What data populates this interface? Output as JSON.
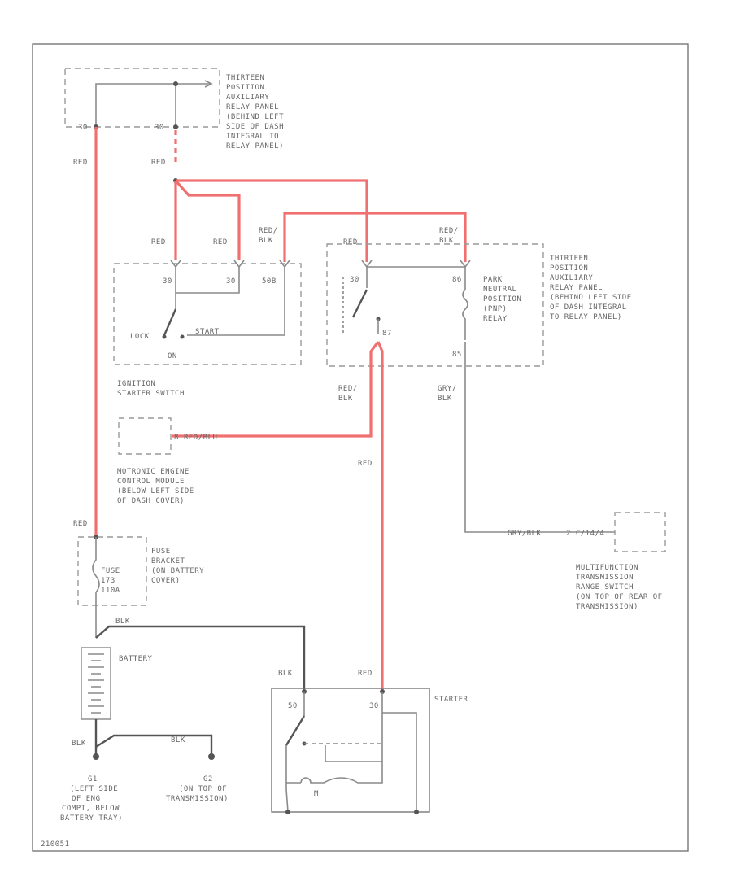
{
  "labels": {
    "relay_panel_top": [
      "THIRTEEN",
      "POSITION",
      "AUXILIARY",
      "RELAY PANEL",
      "(BEHIND LEFT",
      "SIDE OF DASH",
      "INTEGRAL TO",
      "RELAY PANEL)"
    ],
    "relay_panel_right": [
      "THIRTEEN",
      "POSITION",
      "AUXILIARY",
      "RELAY PANEL",
      "(BEHIND LEFT SIDE",
      "OF DASH INTEGRAL",
      "TO RELAY PANEL)"
    ],
    "pnp_relay": [
      "PARK",
      "NEUTRAL",
      "POSITION",
      "(PNP)",
      "RELAY"
    ],
    "ignition_switch": [
      "IGNITION",
      "STARTER SWITCH"
    ],
    "ecm": [
      "MOTRONIC ENGINE",
      "CONTROL MODULE",
      "(BELOW LEFT SIDE",
      "OF DASH COVER)"
    ],
    "fuse_bracket": [
      "FUSE",
      "BRACKET",
      "(ON BATTERY",
      "COVER)"
    ],
    "fuse": [
      "FUSE",
      "173",
      "110A"
    ],
    "battery": "BATTERY",
    "starter": "STARTER",
    "mfr_switch": [
      "MULTIFUNCTION",
      "TRANSMISSION",
      "RANGE SWITCH",
      "(ON TOP OF REAR OF",
      "TRANSMISSION)"
    ],
    "g1": [
      "G1",
      "(LEFT SIDE",
      "OF ENG",
      "COMPT, BELOW",
      "BATTERY TRAY)"
    ],
    "g2": [
      "G2",
      "(ON TOP OF",
      "TRANSMISSION)"
    ],
    "switch_positions": {
      "lock": "LOCK",
      "start": "START",
      "on": "ON"
    },
    "pins": {
      "p_30a": "30",
      "p_30b": "30",
      "p_50b": "50B",
      "p_50": "50",
      "relay_86": "86",
      "relay_87": "87",
      "relay_30": "30",
      "relay_85": "85",
      "st_50": "50",
      "st_30": "30",
      "st_m": "M",
      "ecm_pin": "8"
    },
    "wires": {
      "red_1": "RED",
      "red_2": "RED",
      "red_3": "RED",
      "red_4": "RED",
      "red_5": "RED",
      "red_6": "RED",
      "red_7": "RED",
      "red_blk_1": "RED/",
      "red_blk_1b": "BLK",
      "red_blk_2": "RED/",
      "red_blk_2b": "BLK",
      "red_blk_3": "RED/",
      "red_blk_3b": "BLK",
      "red_blk_ecm": "RED/BLU",
      "gry_blk": "GRY/",
      "gry_blk_b": "BLK",
      "gry_blk_h": "GRY/BLK",
      "blk_1": "BLK",
      "blk_2": "BLK",
      "blk_3": "BLK",
      "blk_4": "BLK"
    },
    "mfr_pin": "2 C/14/4",
    "figure_id": "210051"
  }
}
